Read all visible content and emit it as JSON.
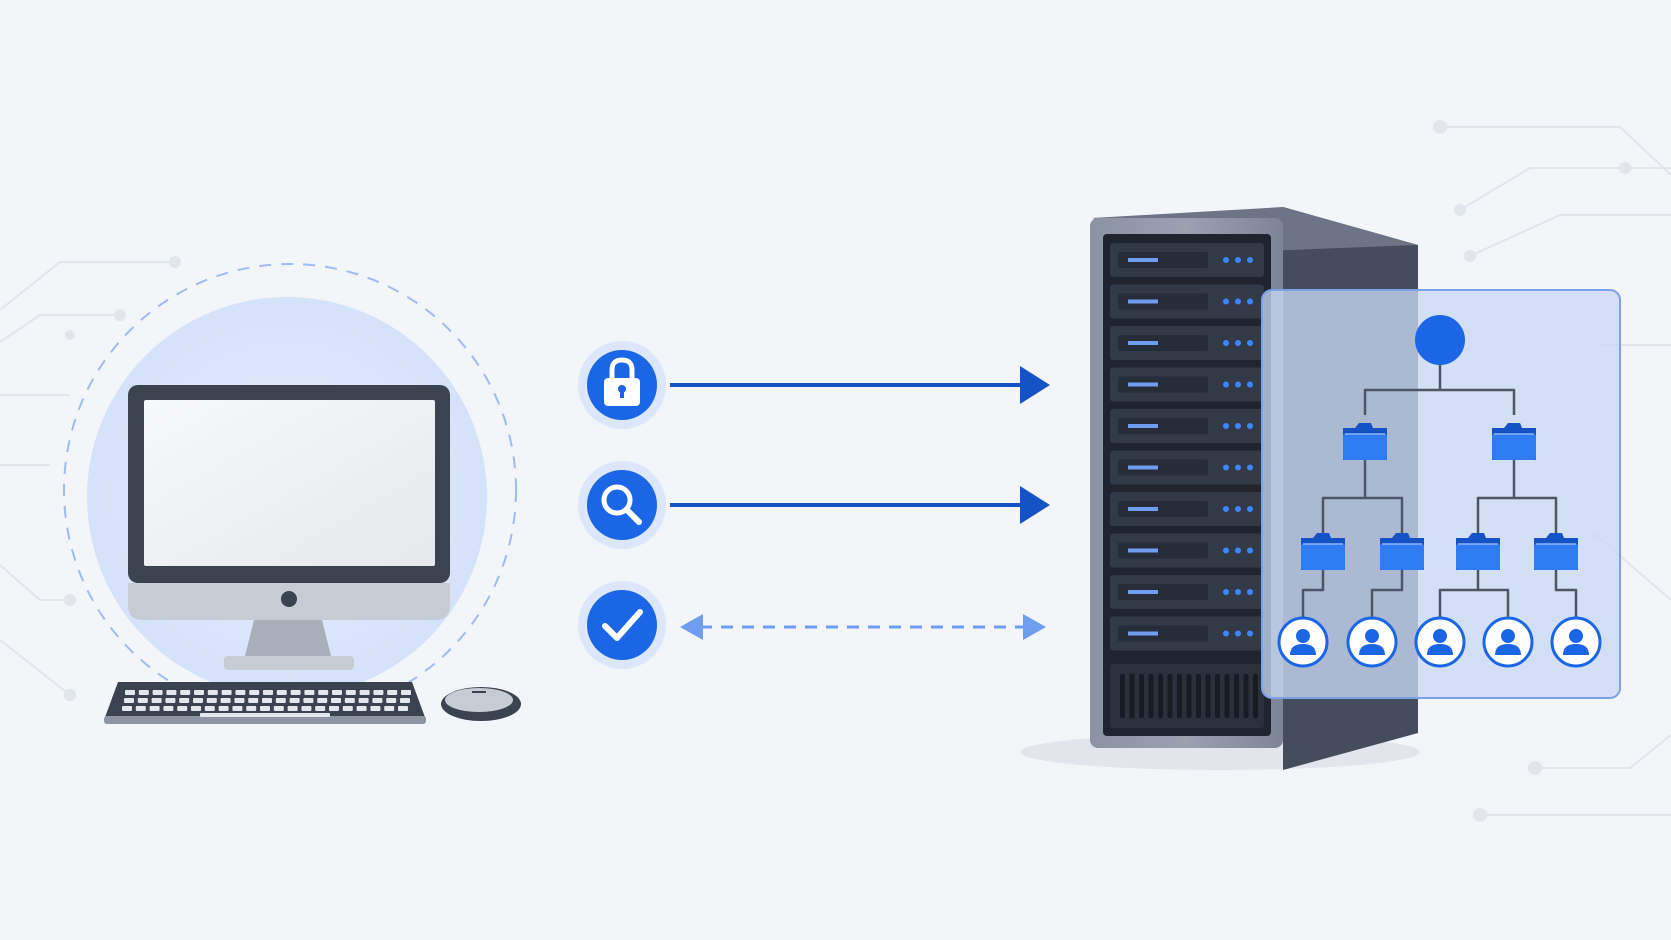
{
  "colors": {
    "background": "#f3f5f9",
    "accent": "#1a66e6",
    "accent_dark": "#1552c4",
    "accent_light": "#6f9ef0",
    "halo": "#dce7fb",
    "circuit": "#e3e7ee",
    "device_dark": "#3b4250",
    "device_mid": "#5d6678",
    "device_light": "#c8ccd4",
    "screen": "#f0f1f4",
    "panel_fill": "#c9d8f3",
    "panel_border": "#7aa2e8"
  },
  "icons": {
    "client": "desktop-computer-icon",
    "keyboard": "keyboard-icon",
    "mouse": "mouse-icon",
    "step_1": "lock-icon",
    "step_2": "magnifier-icon",
    "step_3": "checkmark-icon",
    "server": "server-rack-icon",
    "directory_root": "directory-root-node-icon",
    "directory_ou": "folder-icon",
    "directory_user": "user-icon"
  },
  "connections": [
    {
      "icon": "lock-icon",
      "style": "solid",
      "direction": "to-server"
    },
    {
      "icon": "magnifier-icon",
      "style": "solid",
      "direction": "to-server"
    },
    {
      "icon": "checkmark-icon",
      "style": "dashed",
      "direction": "bidirectional"
    }
  ],
  "directory_tree": {
    "root": 1,
    "level_1_folders": 2,
    "level_2_folders": 4,
    "users": 5
  },
  "server": {
    "units": 10
  }
}
